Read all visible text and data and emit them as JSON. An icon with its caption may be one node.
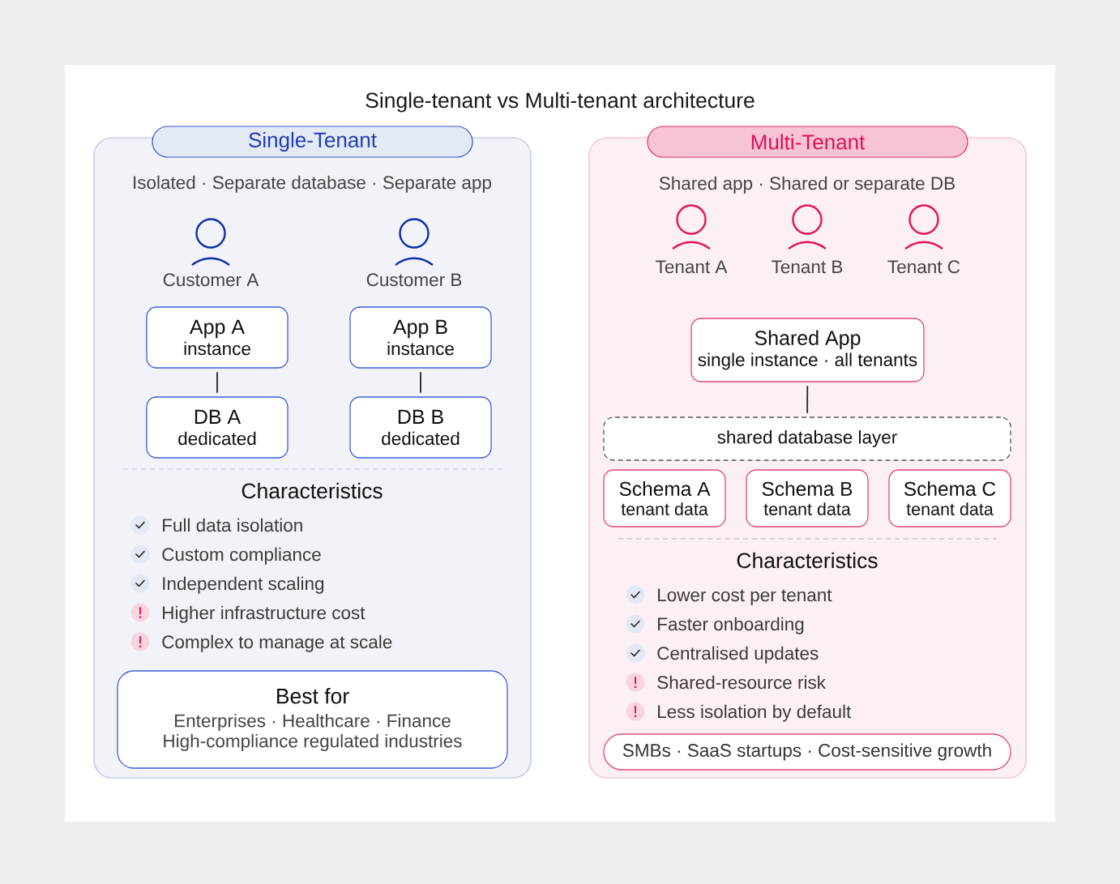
{
  "diagram": {
    "title": "Single-tenant vs Multi-tenant architecture",
    "nodes": [
      {
        "text": [
          "Isolated · Separate database · Separate app",
          "Customer A",
          "Customer B",
          "Characteristics",
          "Full data isolation",
          "Custom compliance",
          "Independent scaling",
          "Higher infrastructure cost",
          "Complex to manage at scale"
        ]
      },
      {
        "text": [
          "Single-Tenant"
        ]
      },
      {
        "text": [
          "App A",
          "instance"
        ],
        "in": 0
      },
      {
        "text": [
          "App B",
          "instance"
        ],
        "in": 0
      },
      {
        "text": [
          "DB A",
          "dedicated"
        ],
        "in": 0
      },
      {
        "text": [
          "DB B",
          "dedicated"
        ],
        "in": 0
      },
      {
        "text": [
          "Best for",
          "Enterprises · Healthcare · Finance",
          "High-compliance regulated industries"
        ],
        "in": 0
      },
      {
        "text": [
          "Shared app · Shared or separate DB",
          "Tenant A",
          "Tenant B",
          "Tenant C",
          "Characteristics",
          "Lower cost per tenant",
          "Faster onboarding",
          "Centralised updates",
          "Shared-resource risk",
          "Less isolation by default"
        ]
      },
      {
        "text": [
          "Multi-Tenant"
        ]
      },
      {
        "text": [
          "Shared App",
          "single instance · all tenants"
        ],
        "in": 7
      },
      {
        "text": [
          "shared database layer"
        ],
        "in": 7
      },
      {
        "text": [
          "Schema A",
          "tenant data"
        ],
        "in": 7
      },
      {
        "text": [
          "Schema B",
          "tenant data"
        ],
        "in": 7
      },
      {
        "text": [
          "Schema C",
          "tenant data"
        ],
        "in": 7
      },
      {
        "text": [
          "SMBs · SaaS startups · Cost-sensitive growth"
        ],
        "in": 7
      }
    ],
    "edges": [
      {
        "from": 2,
        "to": 4,
        "arrow": "none"
      },
      {
        "from": 3,
        "to": 5,
        "arrow": "none"
      },
      {
        "from": 9,
        "to": 10,
        "arrow": "none"
      }
    ]
  }
}
